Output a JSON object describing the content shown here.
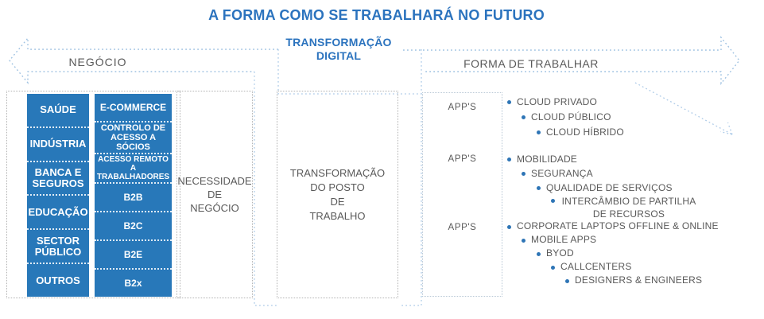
{
  "title": "A FORMA COMO SE TRABALHARÁ NO FUTURO",
  "band": {
    "left_label": "NEGÓCIO",
    "center_label": "TRANSFORMAÇÃO\nDIGITAL",
    "right_label": "FORMA DE TRABALHAR"
  },
  "sectors": [
    "SAÚDE",
    "INDÚSTRIA",
    "BANCA E SEGUROS",
    "EDUCAÇÃO",
    "SECTOR PÚBLICO",
    "OUTROS"
  ],
  "channels": [
    "E-COMMERCE",
    "CONTROLO DE ACESSO A SÓCIOS",
    "ACESSO REMOTO A TRABALHADORES",
    "B2B",
    "B2C",
    "B2E",
    "B2x"
  ],
  "need_box": "NECESSIDADE\nDE\nNEGÓCIO",
  "center_box": "TRANSFORMAÇÃO\nDO POSTO\nDE\nTRABALHO",
  "apps_labels": [
    "APP'S",
    "APP'S",
    "APP'S"
  ],
  "lists": [
    {
      "items": [
        "CLOUD PRIVADO",
        "CLOUD PÚBLICO",
        "CLOUD HÍBRIDO"
      ]
    },
    {
      "items": [
        "MOBILIDADE",
        "SEGURANÇA",
        "QUALIDADE DE SERVIÇOS",
        "INTERCÂMBIO DE PARTILHA DE RECURSOS"
      ]
    },
    {
      "items": [
        "CORPORATE LAPTOPS OFFLINE & ONLINE",
        "MOBILE APPS",
        "BYOD",
        "CALLCENTERS",
        "DESIGNERS & ENGINEERS"
      ]
    }
  ],
  "colors": {
    "accent_blue": "#2878b9",
    "title_blue": "#2b73be",
    "light_blue_dash": "#9fc2e2",
    "gray_text": "#595959",
    "gray_dash": "#b3b3b3"
  }
}
